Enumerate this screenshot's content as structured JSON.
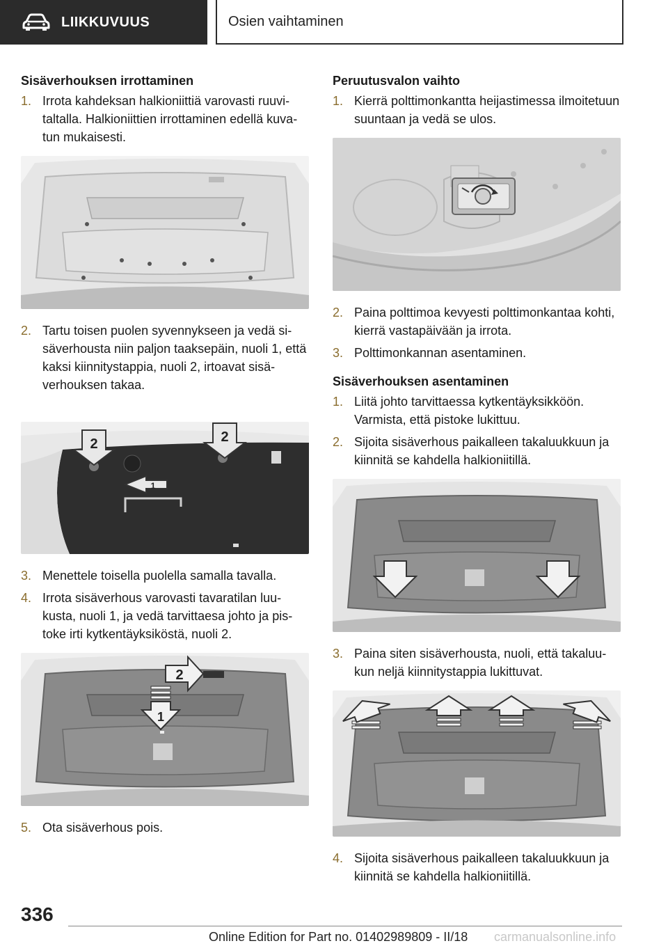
{
  "header": {
    "section": "LIIKKUVUUS",
    "icon": "car-icon",
    "title": "Osien vaihtaminen"
  },
  "left": {
    "heading": "Sisäverhouksen irrottaminen",
    "steps": [
      {
        "num": "1.",
        "text": "Irrota kahdeksan halkioniittiä varovasti ruuvi­taltalla. Halkioniittien irrottaminen edellä kuva­tun mukaisesti."
      },
      {
        "num": "2.",
        "text": "Tartu toisen puolen syvennykseen ja vedä si­säverhousta niin paljon taaksepäin, nuoli 1, että kaksi kiinnitystappia, nuoli 2, irtoavat sisä­verhouksen takaa."
      },
      {
        "num": "3.",
        "text": "Menettele toisella puolella samalla tavalla."
      },
      {
        "num": "4.",
        "text": "Irrota sisäverhous varovasti tavaratilan luu­kusta, nuoli 1, ja vedä tarvittaesa johto ja pis­toke irti kytkentäyksiköstä, nuoli 2."
      },
      {
        "num": "5.",
        "text": "Ota sisäverhous pois."
      }
    ],
    "fig2_labels": [
      "2",
      "2",
      "1"
    ],
    "fig3_labels": [
      "2",
      "1"
    ]
  },
  "right": {
    "heading1": "Peruutusvalon vaihto",
    "steps1": [
      {
        "num": "1.",
        "text": "Kierrä polttimonkantta heijastimessa ilmoite­tuun suuntaan ja vedä se ulos."
      },
      {
        "num": "2.",
        "text": "Paina polttimoa kevyesti polttimonkantaa kohti, kierrä vastapäivään ja irrota."
      },
      {
        "num": "3.",
        "text": "Polttimonkannan asentaminen."
      }
    ],
    "heading2": "Sisäverhouksen asentaminen",
    "steps2": [
      {
        "num": "1.",
        "text": "Liitä johto tarvittaessa kytkentäyksikköön. Varmista, että pistoke lukittuu."
      },
      {
        "num": "2.",
        "text": "Sijoita sisäverhous paikalleen takaluukkuun ja kiinnitä se kahdella halkioniitillä."
      },
      {
        "num": "3.",
        "text": "Paina siten sisäverhousta, nuoli, että takaluu­kun neljä kiinnitystappia lukittuvat."
      },
      {
        "num": "4.",
        "text": "Sijoita sisäverhous paikalleen takaluukkuun ja kiinnitä se kahdella halkioniitillä."
      }
    ]
  },
  "footer": {
    "page": "336",
    "edition": "Online Edition for Part no. 01402989809 - II/18",
    "watermark": "carmanualsonline.info"
  }
}
